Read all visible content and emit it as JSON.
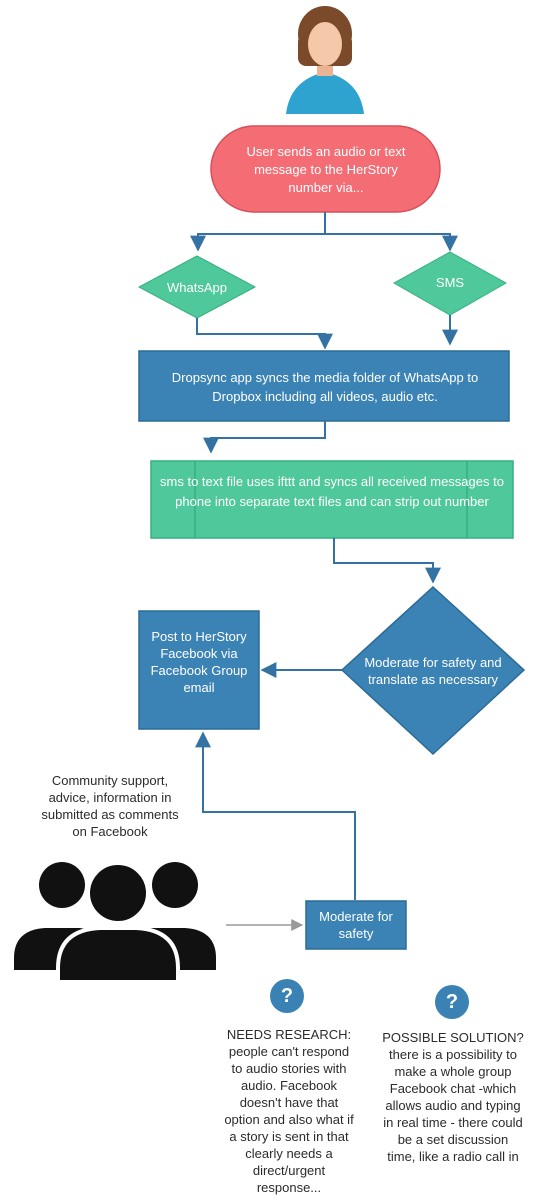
{
  "start": {
    "text": "User sends an audio or text message to the HerStory number via..."
  },
  "channels": {
    "whatsapp": "WhatsApp",
    "sms": "SMS"
  },
  "dropsync": {
    "text": "Dropsync app syncs the media folder of WhatsApp to Dropbox including all videos, audio etc."
  },
  "sms_process": {
    "text": "sms to text file uses ifttt and syncs all received messages to phone into separate text files and can strip out number"
  },
  "moderate_translate": {
    "text": "Moderate for safety and translate as necessary"
  },
  "post": {
    "text": "Post to HerStory Facebook via Facebook Group email"
  },
  "community": {
    "text": "Community support, advice, information in submitted as comments on Facebook"
  },
  "moderate_safety": {
    "text": "Moderate for safety"
  },
  "question_mark": "?",
  "needs_research": {
    "text": "NEEDS RESEARCH: people can't respond to audio stories with audio. Facebook doesn't have that option and also what if a story is sent in that clearly needs a direct/urgent response..."
  },
  "possible_solution": {
    "text": "POSSIBLE SOLUTION? there is a possibility to make a whole group Facebook chat -which allows audio and typing in real time - there could be a set discussion time, like a radio call in"
  },
  "colors": {
    "start_fill": "#f46d75",
    "start_stroke": "#d94f59",
    "green": "#4fc99b",
    "green_stroke": "#35b07f",
    "blue": "#3b83b5",
    "blue_stroke": "#2b6a96",
    "arrow": "#3572a4",
    "grey_arrow": "#9a9a9a",
    "person_shirt": "#2ea3cf",
    "person_skin": "#f4c8a8",
    "person_hair": "#7a4a2a",
    "group": "#111111",
    "help_circle": "#3a82b4"
  }
}
